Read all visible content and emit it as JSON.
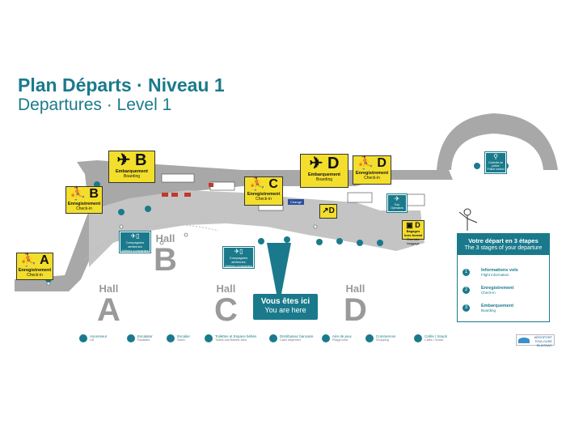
{
  "title": {
    "fr": "Plan Départs · Niveau 1",
    "en": "Departures · Level 1"
  },
  "halls": [
    {
      "id": "B",
      "word": "Hall",
      "letter": "B"
    },
    {
      "id": "A",
      "word": "Hall",
      "letter": "A"
    },
    {
      "id": "C",
      "word": "Hall",
      "letter": "C"
    },
    {
      "id": "D",
      "word": "Hall",
      "letter": "D"
    }
  ],
  "signs": {
    "a_checkin": {
      "letter": "A",
      "fr": "Enregistrement",
      "en": "Check-in"
    },
    "b_checkin": {
      "letter": "B",
      "fr": "Enregistrement",
      "en": "Check-in"
    },
    "b_boarding": {
      "letter": "B",
      "fr": "Embarquement",
      "en": "Boarding"
    },
    "c_checkin": {
      "letter": "C",
      "fr": "Enregistrement",
      "en": "Check-in"
    },
    "d_boarding": {
      "letter": "D",
      "fr": "Embarquement",
      "en": "Boarding"
    },
    "d_checkin": {
      "letter": "D",
      "fr": "Enregistrement",
      "en": "Check-in"
    },
    "d_oversize": {
      "letter": "D",
      "fr": "Bagages hors format",
      "en": "Oversize baggage"
    },
    "d_small": {
      "letter": "D"
    }
  },
  "teal_boxes": {
    "airlines_b": {
      "fr": "Compagnies aériennes",
      "en": "Airlines companies"
    },
    "airlines_c": {
      "fr": "Compagnies aériennes",
      "en": "Airlines companies"
    },
    "tour_operators": {
      "fr": "Tour Operators"
    },
    "police": {
      "fr": "Contrôle de police",
      "en": "Police control"
    }
  },
  "change_label": "Change",
  "you_are_here": {
    "fr": "Vous êtes ici",
    "en": "You are here"
  },
  "stages": {
    "title_fr": "Votre départ en 3 étapes",
    "title_en": "The 3 stages of your departure",
    "steps": [
      {
        "n": "1",
        "fr": "Informations vols",
        "en": "Flight information"
      },
      {
        "n": "2",
        "fr": "Enregistrement",
        "en": "Check-in"
      },
      {
        "n": "3",
        "fr": "Embarquement",
        "en": "Boarding"
      }
    ]
  },
  "legend": [
    {
      "icon": "elevator-icon",
      "fr": "Ascenseur",
      "en": "Lift"
    },
    {
      "icon": "escalator-icon",
      "fr": "Escalator",
      "en": "Escalator"
    },
    {
      "icon": "stairs-icon",
      "fr": "Escalier",
      "en": "Stairs"
    },
    {
      "icon": "toilets-icon",
      "fr": "Toilettes et Espace bébés",
      "en": "Toilets and Babies area"
    },
    {
      "icon": "atm-icon",
      "fr": "Distributeur bancaire",
      "en": "Cash dispenser"
    },
    {
      "icon": "playground-icon",
      "fr": "Aire de jeux",
      "en": "Playground"
    },
    {
      "icon": "shopping-icon",
      "fr": "Commerces",
      "en": "Shopping"
    },
    {
      "icon": "cafe-icon",
      "fr": "Cafés / Snack",
      "en": "Cafés / Snack"
    }
  ],
  "logo": {
    "line1": "AÉROPORT",
    "line2": "TOULOUSE",
    "line3": "BLAGNAC"
  },
  "colors": {
    "teal": "#1a7a8c",
    "yellow": "#f3de2c",
    "floor": "#a8a8a8",
    "hall_text": "#9a9a9a"
  }
}
